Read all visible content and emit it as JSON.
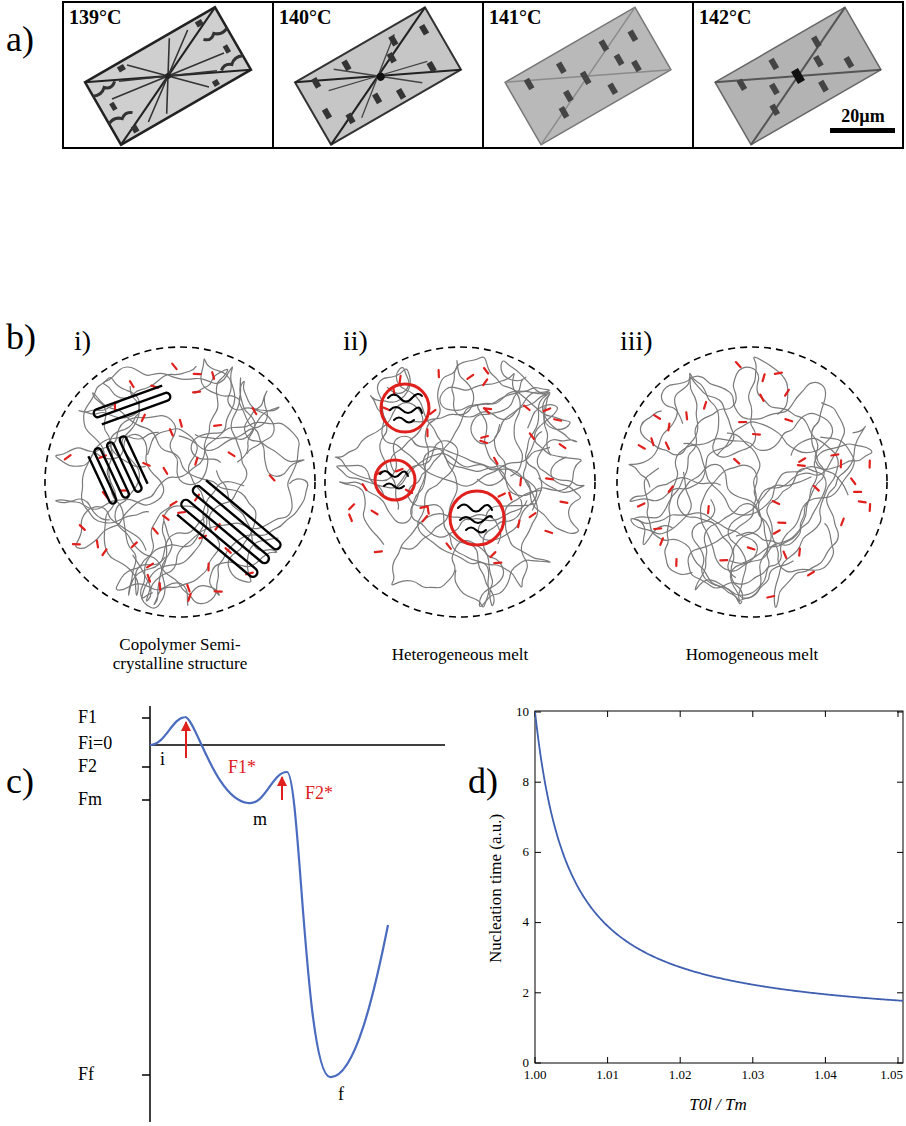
{
  "diagram": {
    "nodes": [
      {
        "text": [
          "139°C"
        ]
      },
      {
        "text": [
          "140°C"
        ]
      },
      {
        "text": [
          "141°C"
        ]
      },
      {
        "text": [
          "142°C",
          "20µm"
        ]
      }
    ],
    "labels": [
      "a)",
      "b)",
      "i)",
      "ii)",
      "iii)",
      "Copolymer Semi-crystalline structure",
      "Heterogeneous melt",
      "Homogeneous melt",
      "c)",
      "F1",
      "Fi=0",
      "F2",
      "Fm",
      "Ff",
      "F1*",
      "F2*",
      "i",
      "m",
      "f",
      "d)",
      "0",
      "2",
      "4",
      "6",
      "8",
      "10",
      "1.00",
      "1.01",
      "1.02",
      "1.03",
      "1.04",
      "1.05",
      "Nucleation time (a.u.)",
      "T0l / Tm"
    ]
  }
}
